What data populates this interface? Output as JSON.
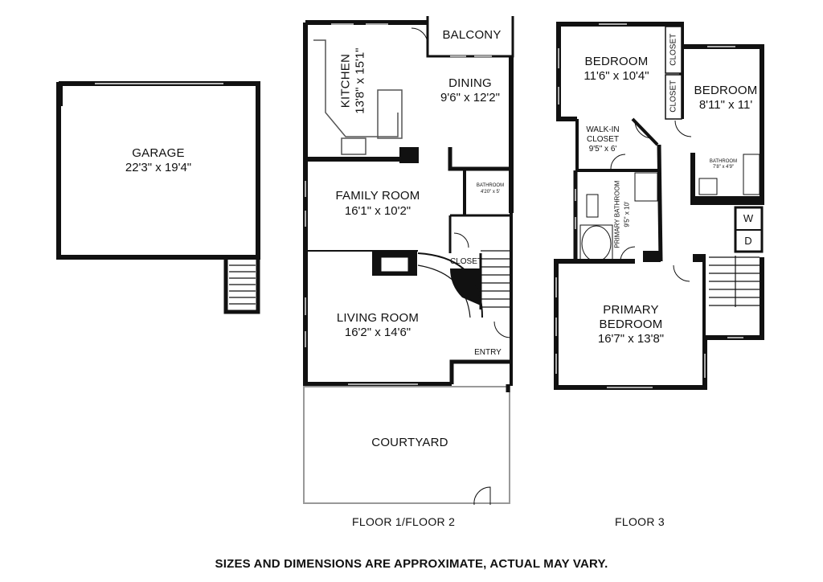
{
  "rooms": {
    "garage": {
      "name": "GARAGE",
      "dim": "22'3\" x 19'4\""
    },
    "kitchen": {
      "name": "KITCHEN",
      "dim": "13'8\" x 15'1\""
    },
    "balcony": {
      "name": "BALCONY"
    },
    "dining": {
      "name": "DINING",
      "dim": "9'6\" x 12'2\""
    },
    "bathroom_f2": {
      "name": "BATHROOM",
      "dim": "4'20\" x 5'"
    },
    "family_room": {
      "name": "FAMILY ROOM",
      "dim": "16'1\" x 10'2\""
    },
    "closet_f2": {
      "name": "CLOSET"
    },
    "living_room": {
      "name": "LIVING ROOM",
      "dim": "16'2\" x 14'6\""
    },
    "entry": {
      "name": "ENTRY"
    },
    "courtyard": {
      "name": "COURTYARD"
    },
    "bedroom1": {
      "name": "BEDROOM",
      "dim": "11'6\" x 10'4\""
    },
    "closet_a": {
      "name": "CLOSET"
    },
    "closet_b": {
      "name": "CLOSET"
    },
    "bedroom2": {
      "name": "BEDROOM",
      "dim": "8'11\" x 11'"
    },
    "walkin": {
      "name_l1": "WALK-IN",
      "name_l2": "CLOSET",
      "dim": "9'5\" x 6'"
    },
    "bathroom_f3": {
      "name": "BATHROOM",
      "dim": "7'8\" x 4'9\""
    },
    "primary_bath": {
      "name": "PRIMARY BATHROOM",
      "dim": "9'5\" x 10'"
    },
    "primary_bedroom": {
      "name_l1": "PRIMARY",
      "name_l2": "BEDROOM",
      "dim": "16'7\" x 13'8\""
    }
  },
  "laundry": {
    "washer": "W",
    "dryer": "D"
  },
  "floors": {
    "left": "FLOOR 1/FLOOR 2",
    "right": "FLOOR 3"
  },
  "disclaimer": "SIZES AND DIMENSIONS ARE APPROXIMATE, ACTUAL MAY VARY.",
  "colors": {
    "wall": "#111111",
    "window": "#9a9a9a",
    "background": "#ffffff"
  }
}
